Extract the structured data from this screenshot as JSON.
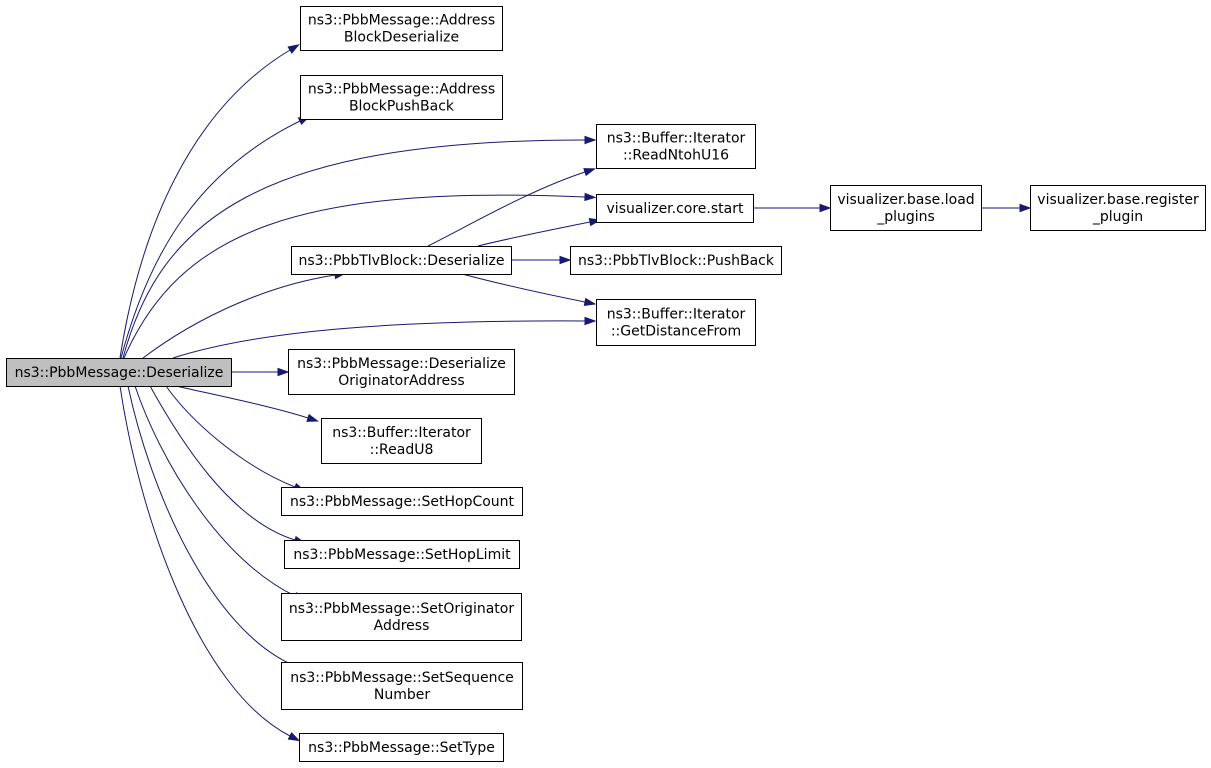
{
  "diagram": {
    "type": "call-graph",
    "colors": {
      "edge": "#191970",
      "focus_fill": "#bfbfbf",
      "node_fill": "#ffffff",
      "node_border": "#000000"
    },
    "nodes": [
      {
        "id": "root",
        "focus": true,
        "lines": [
          "ns3::PbbMessage::Deserialize"
        ]
      },
      {
        "id": "addrBlockDeser",
        "lines": [
          "ns3::PbbMessage::Address",
          "BlockDeserialize"
        ]
      },
      {
        "id": "addrBlockPush",
        "lines": [
          "ns3::PbbMessage::Address",
          "BlockPushBack"
        ]
      },
      {
        "id": "readNtohU16",
        "lines": [
          "ns3::Buffer::Iterator",
          "::ReadNtohU16"
        ]
      },
      {
        "id": "vizStart",
        "lines": [
          "visualizer.core.start"
        ]
      },
      {
        "id": "loadPlugins",
        "lines": [
          "visualizer.base.load",
          "_plugins"
        ]
      },
      {
        "id": "registerPlugin",
        "lines": [
          "visualizer.base.register",
          "_plugin"
        ]
      },
      {
        "id": "tlvDeser",
        "lines": [
          "ns3::PbbTlvBlock::Deserialize"
        ]
      },
      {
        "id": "tlvPush",
        "lines": [
          "ns3::PbbTlvBlock::PushBack"
        ]
      },
      {
        "id": "getDist",
        "lines": [
          "ns3::Buffer::Iterator",
          "::GetDistanceFrom"
        ]
      },
      {
        "id": "deserOrig",
        "lines": [
          "ns3::PbbMessage::Deserialize",
          "OriginatorAddress"
        ]
      },
      {
        "id": "readU8",
        "lines": [
          "ns3::Buffer::Iterator",
          "::ReadU8"
        ]
      },
      {
        "id": "setHopCount",
        "lines": [
          "ns3::PbbMessage::SetHopCount"
        ]
      },
      {
        "id": "setHopLimit",
        "lines": [
          "ns3::PbbMessage::SetHopLimit"
        ]
      },
      {
        "id": "setOrigAddr",
        "lines": [
          "ns3::PbbMessage::SetOriginator",
          "Address"
        ]
      },
      {
        "id": "setSeqNum",
        "lines": [
          "ns3::PbbMessage::SetSequence",
          "Number"
        ]
      },
      {
        "id": "setType",
        "lines": [
          "ns3::PbbMessage::SetType"
        ]
      }
    ],
    "edges": [
      {
        "from": "root",
        "to": "addrBlockDeser"
      },
      {
        "from": "root",
        "to": "addrBlockPush"
      },
      {
        "from": "root",
        "to": "readNtohU16"
      },
      {
        "from": "root",
        "to": "vizStart"
      },
      {
        "from": "root",
        "to": "tlvDeser"
      },
      {
        "from": "root",
        "to": "getDist"
      },
      {
        "from": "root",
        "to": "deserOrig"
      },
      {
        "from": "root",
        "to": "readU8"
      },
      {
        "from": "root",
        "to": "setHopCount"
      },
      {
        "from": "root",
        "to": "setHopLimit"
      },
      {
        "from": "root",
        "to": "setOrigAddr"
      },
      {
        "from": "root",
        "to": "setSeqNum"
      },
      {
        "from": "root",
        "to": "setType"
      },
      {
        "from": "tlvDeser",
        "to": "readNtohU16"
      },
      {
        "from": "tlvDeser",
        "to": "vizStart"
      },
      {
        "from": "tlvDeser",
        "to": "tlvPush"
      },
      {
        "from": "tlvDeser",
        "to": "getDist"
      },
      {
        "from": "vizStart",
        "to": "loadPlugins"
      },
      {
        "from": "loadPlugins",
        "to": "registerPlugin"
      }
    ]
  }
}
